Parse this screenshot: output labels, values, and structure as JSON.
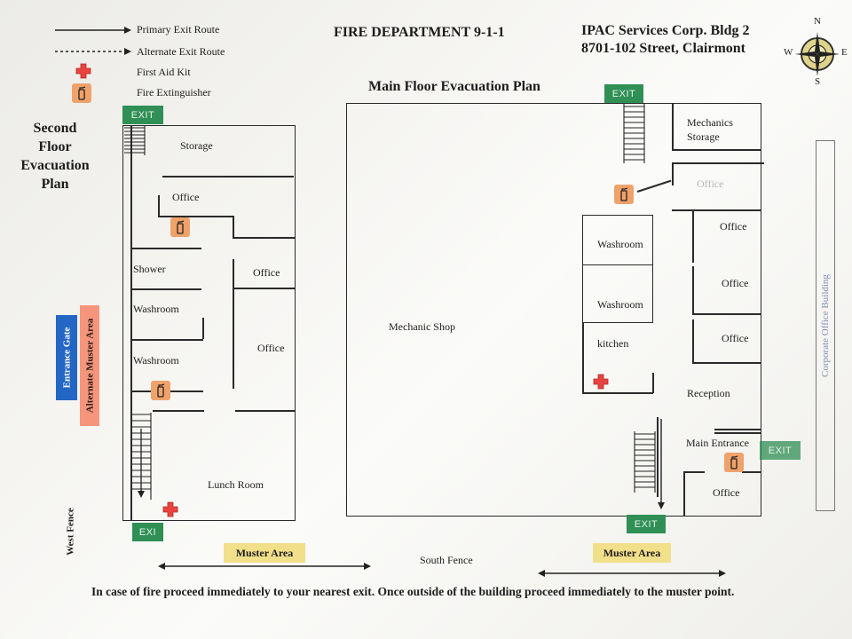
{
  "header": {
    "dept": "FIRE DEPARTMENT 9-1-1",
    "company": "IPAC Services Corp. Bldg 2",
    "address": "8701-102 Street, Clairmont"
  },
  "legend": {
    "primary": "Primary Exit Route",
    "alternate": "Alternate Exit Route",
    "first_aid": "First Aid Kit",
    "extinguisher": "Fire Extinguisher"
  },
  "compass": {
    "n": "N",
    "s": "S",
    "e": "E",
    "w": "W"
  },
  "second_floor": {
    "title_lines": [
      "Second",
      "Floor",
      "Evacuation",
      "Plan"
    ],
    "rooms": {
      "storage": "Storage",
      "office_top": "Office",
      "shower": "Shower",
      "office_right_top": "Office",
      "washroom1": "Washroom",
      "office_right": "Office",
      "washroom2": "Washroom",
      "lunch": "Lunch Room"
    },
    "exit_top": "EXIT",
    "exit_bottom": "EXI"
  },
  "main_floor": {
    "title": "Main Floor Evacuation Plan",
    "rooms": {
      "shop": "Mechanic Shop",
      "mech_storage_1": "Mechanics",
      "mech_storage_2": "Storage",
      "office_faded": "Office",
      "office1": "Office",
      "office2": "Office",
      "office3": "Office",
      "washroom1": "Washroom",
      "washroom2": "Washroom",
      "kitchen": "kitchen",
      "reception": "Reception",
      "main_entrance": "Main Entrance",
      "office_bottom": "Office"
    },
    "exit_top": "EXIT",
    "exit_bottom": "EXIT",
    "exit_side": "EXIT"
  },
  "side_labels": {
    "entrance_gate": "Entrance Gate",
    "alt_muster": "Alternate Muster Area",
    "corporate": "Corporate Office Building",
    "west_fence": "West Fence"
  },
  "bottom": {
    "muster_left": "Muster Area",
    "muster_right": "Muster Area",
    "south_fence": "South Fence",
    "instruction": "In case of fire proceed immediately to your nearest exit. Once outside of the building proceed immediately to the muster point."
  },
  "colors": {
    "exit_green": "#2f8f55",
    "extinguisher_orange": "#f0a26b",
    "first_aid_red": "#e8433f",
    "muster_yellow": "#f2df8a",
    "gate_blue": "#2466c4",
    "alt_muster_salmon": "#f4957c"
  }
}
